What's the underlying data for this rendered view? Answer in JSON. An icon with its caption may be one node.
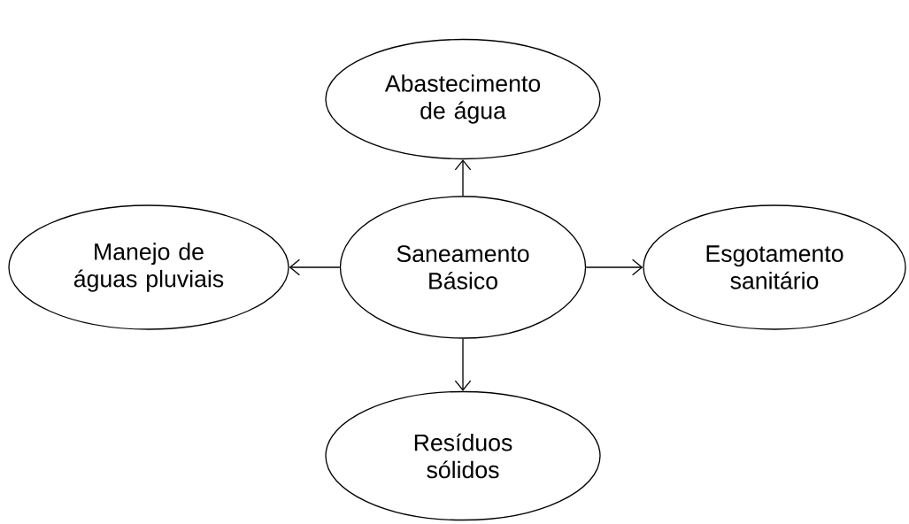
{
  "diagram": {
    "nodes": [
      {
        "text": [
          "Abastecimento de água"
        ]
      },
      {
        "text": [
          "Manejo de águas pluviais"
        ]
      },
      {
        "text": [
          "Saneamento Básico"
        ]
      },
      {
        "text": [
          "Esgotamento sanitário"
        ]
      },
      {
        "text": [
          "Resíduos sólidos"
        ]
      }
    ],
    "edges": [
      {
        "from": 2,
        "to": 0,
        "arrow": "to"
      },
      {
        "from": 2,
        "to": 1,
        "arrow": "to"
      },
      {
        "from": 2,
        "to": 3,
        "arrow": "to"
      },
      {
        "from": 2,
        "to": 4,
        "arrow": "to"
      }
    ]
  }
}
